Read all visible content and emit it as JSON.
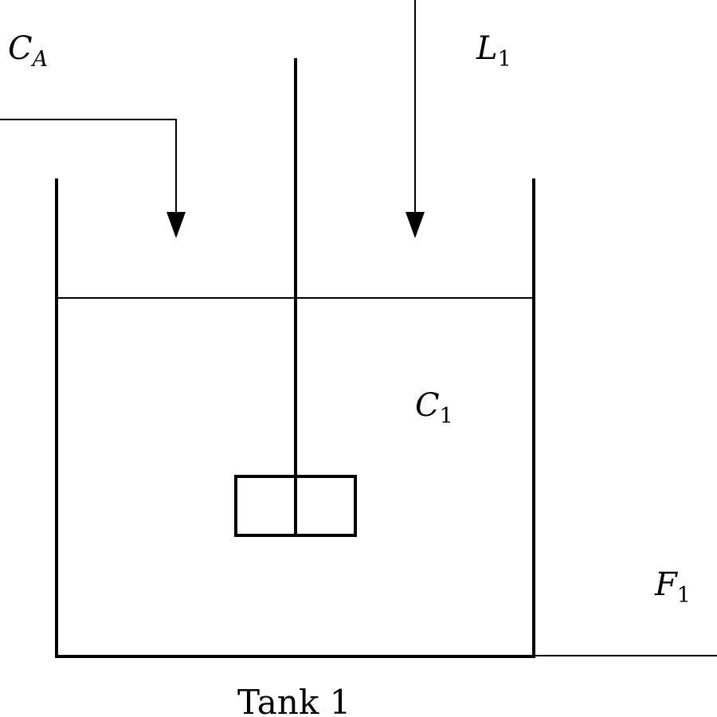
{
  "labels": {
    "feed_concentration": {
      "main": "C",
      "sub": "A"
    },
    "feed_flow": {
      "main": "L",
      "sub": "1"
    },
    "tank_concentration": {
      "main": "C",
      "sub": "1"
    },
    "outlet_flow": {
      "main": "F",
      "sub": "1"
    },
    "tank_name": "Tank 1"
  }
}
